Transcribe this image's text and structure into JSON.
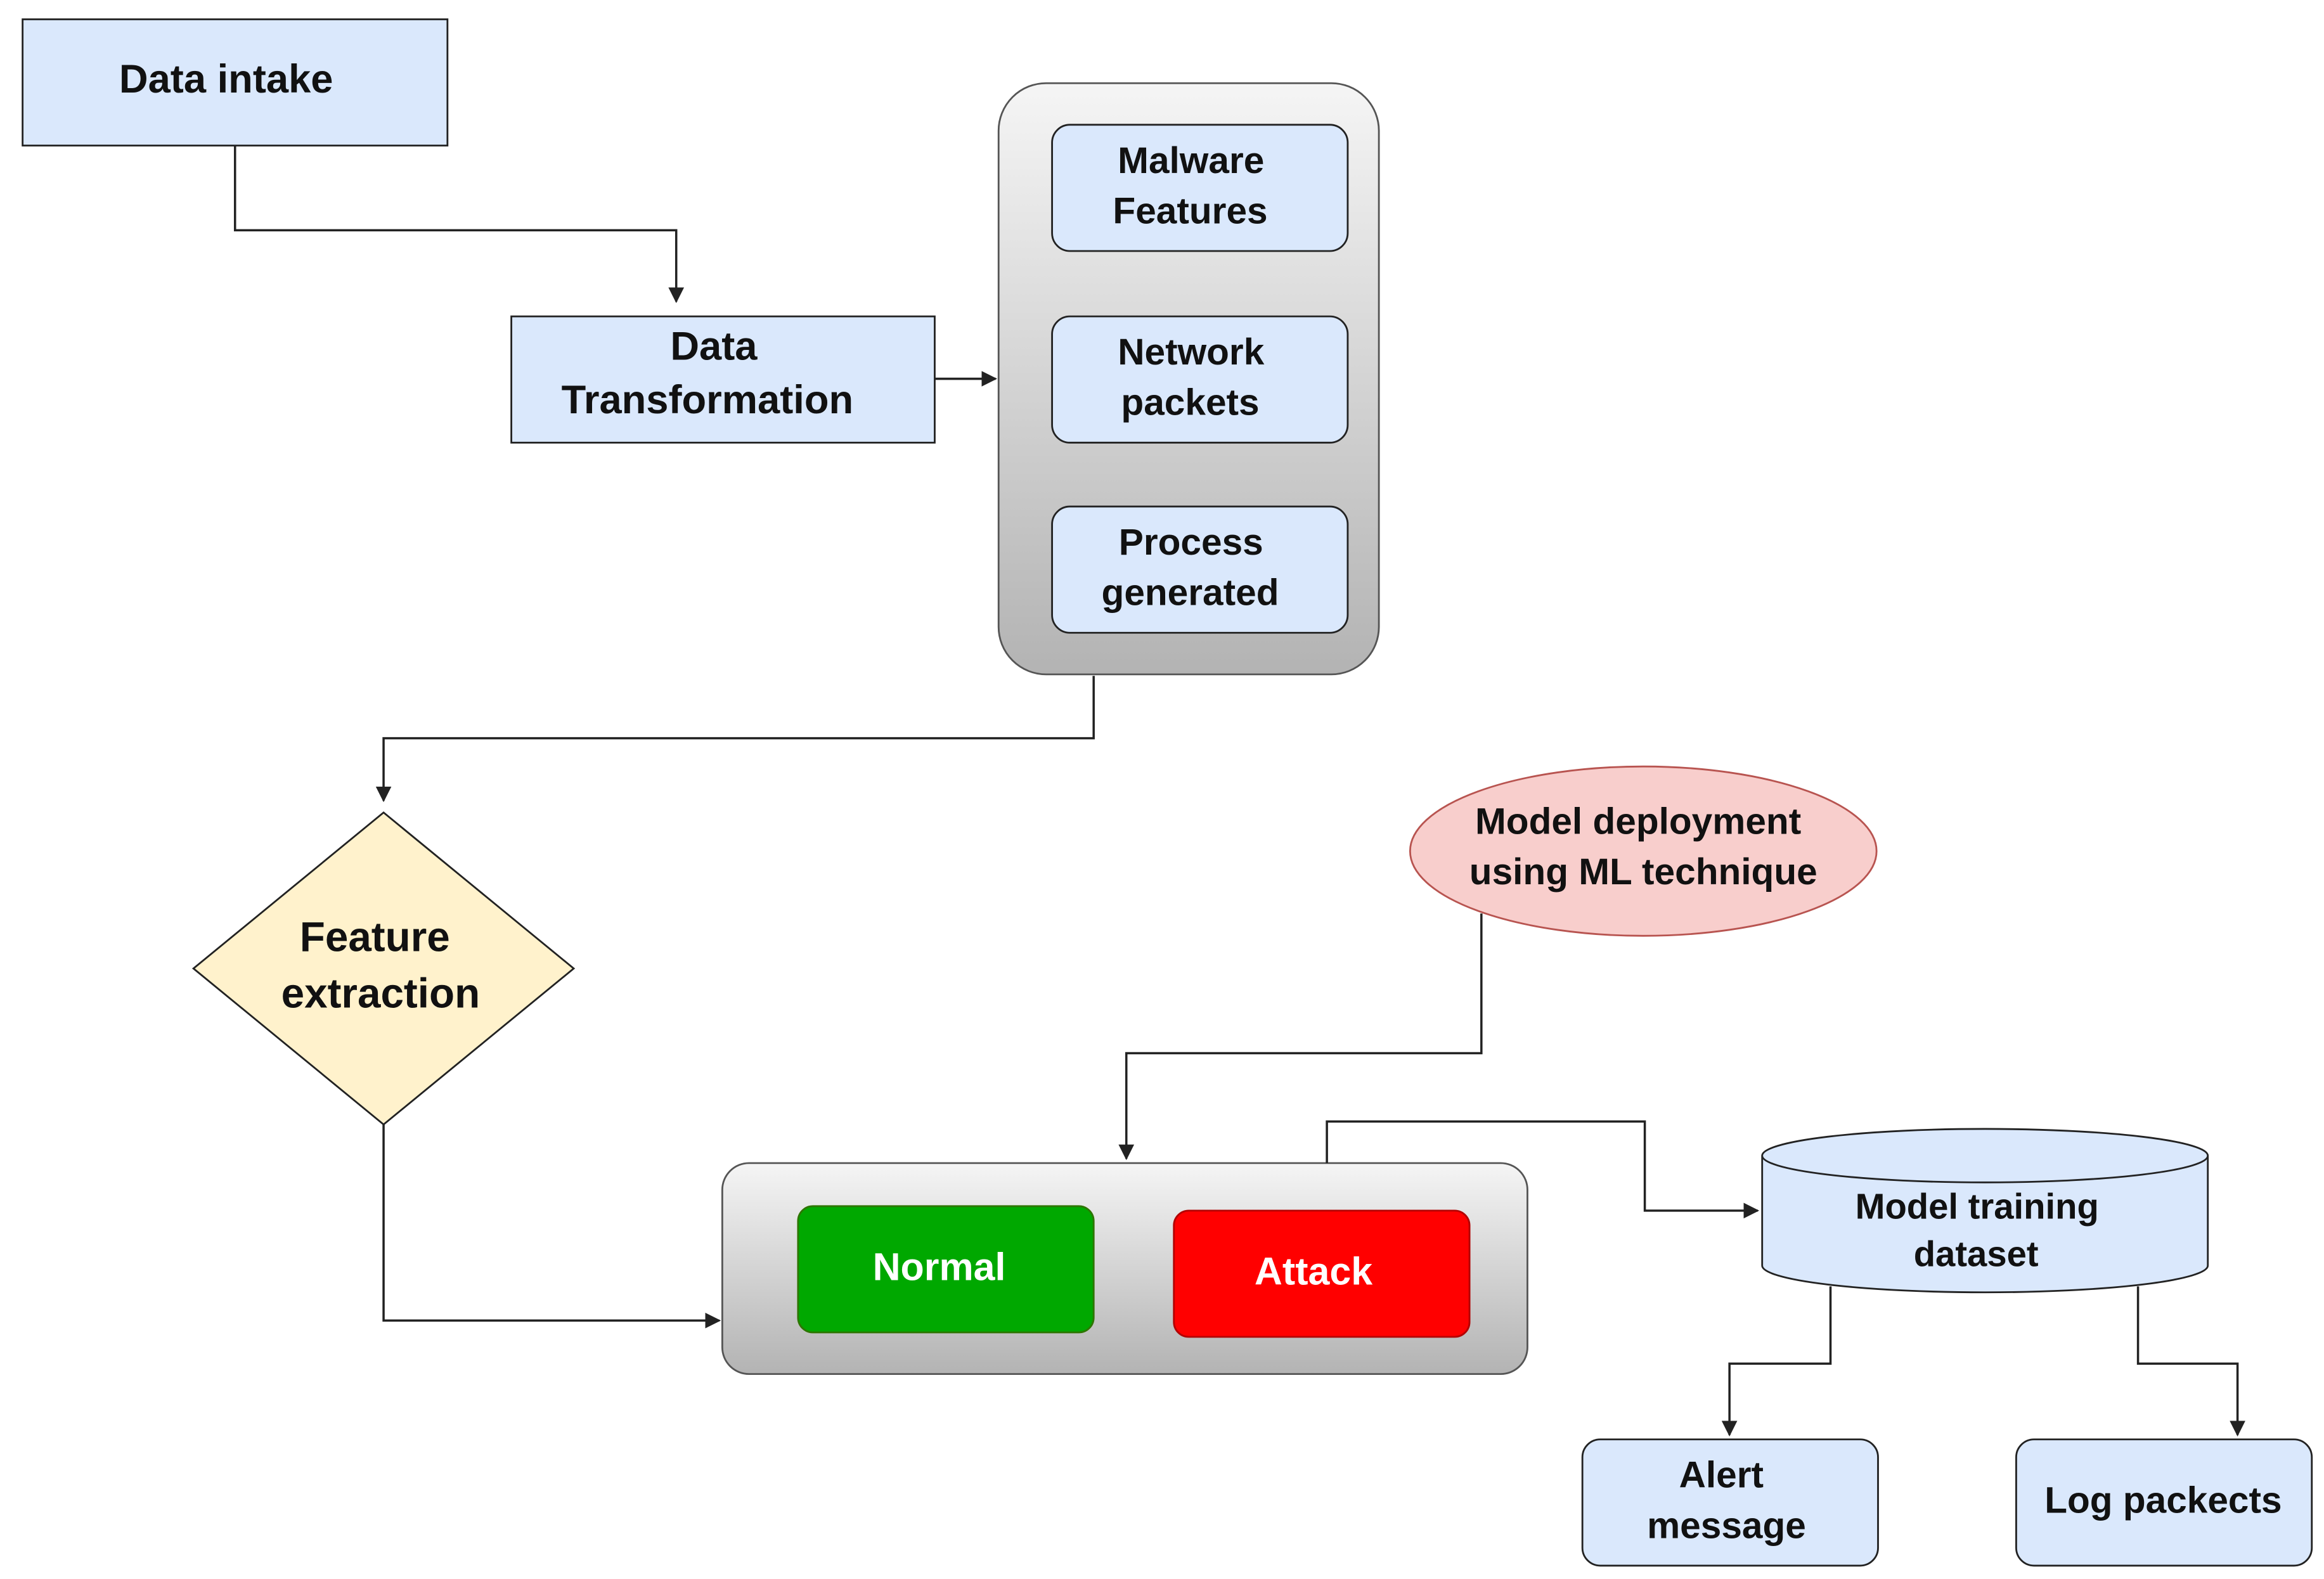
{
  "nodes": {
    "data_intake": {
      "lines": [
        "Data intake"
      ]
    },
    "data_transformation": {
      "lines": [
        "Data",
        "Transformation"
      ]
    },
    "malware_features": {
      "lines": [
        "Malware",
        "Features"
      ]
    },
    "network_packets": {
      "lines": [
        "Network",
        "packets"
      ]
    },
    "process_generated": {
      "lines": [
        "Process",
        "generated"
      ]
    },
    "feature_extraction": {
      "lines": [
        "Feature",
        "extraction"
      ]
    },
    "model_deployment": {
      "lines": [
        "Model deployment",
        "using ML technique"
      ]
    },
    "normal": {
      "lines": [
        "Normal"
      ]
    },
    "attack": {
      "lines": [
        "Attack"
      ]
    },
    "model_training_dataset": {
      "lines": [
        "Model training",
        "dataset"
      ]
    },
    "alert_message": {
      "lines": [
        "Alert",
        "message"
      ]
    },
    "log_packects": {
      "lines": [
        "Log packects"
      ]
    }
  },
  "colors": {
    "box_fill": "#dae8fc",
    "box_stroke": "#222222",
    "diamond_fill": "#fff2cc",
    "ellipse_fill": "#f8cecc",
    "normal_fill": "#00a800",
    "attack_fill": "#ff0000",
    "group_top": "#f5f5f5",
    "group_bottom": "#b3b3b3",
    "line": "#222222",
    "text_dark": "#111111",
    "text_light": "#ffffff"
  }
}
